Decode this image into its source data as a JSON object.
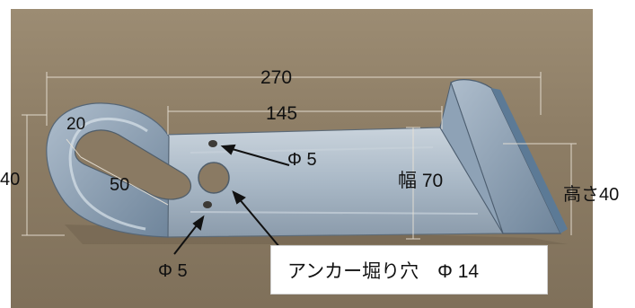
{
  "photo": {
    "background_color": "#8e7e66",
    "subject": "metal-bracket",
    "metal_color": "#a9b8c6"
  },
  "dimensions": {
    "overall_length": "270",
    "plate_length": "145",
    "slot_width": "20",
    "slot_length": "50",
    "hook_height": "40",
    "width": "幅 70",
    "height": "高さ40",
    "small_hole_top": "Φ 5",
    "small_hole_bottom": "Φ 5"
  },
  "callout": {
    "text": "アンカー堀り穴　Φ 14"
  }
}
